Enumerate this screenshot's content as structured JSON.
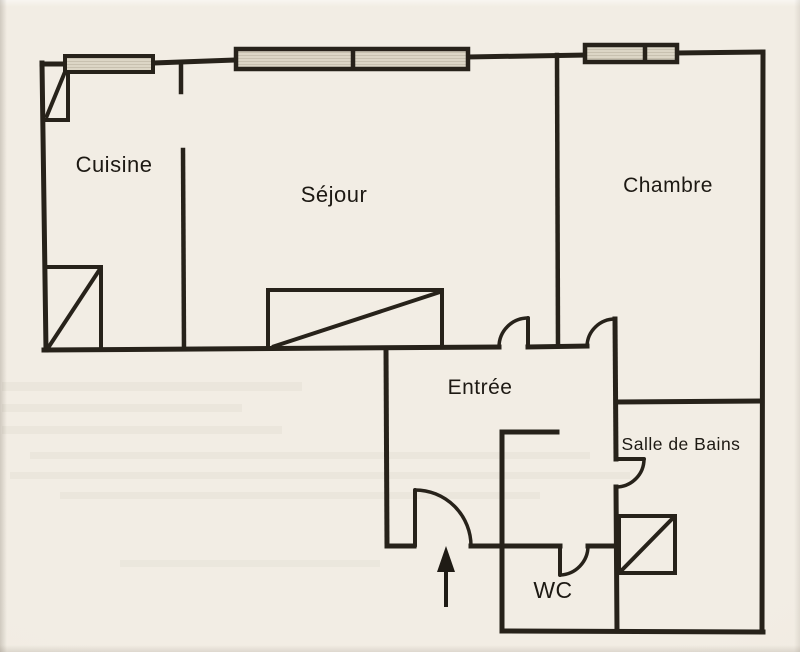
{
  "document": {
    "kind_label": "apartment-floor-plan-scan"
  },
  "plan": {
    "rooms": [
      {
        "id": "cuisine",
        "label": "Cuisine"
      },
      {
        "id": "sejour",
        "label": "Séjour"
      },
      {
        "id": "chambre",
        "label": "Chambre"
      },
      {
        "id": "entree",
        "label": "Entrée"
      },
      {
        "id": "salle_de_bains",
        "label": "Salle de Bains"
      },
      {
        "id": "wc",
        "label": "WC"
      }
    ],
    "features": {
      "windows": [
        "cuisine-window",
        "sejour-window-double",
        "chambre-window-double"
      ],
      "doors": [
        "sejour-door",
        "chambre-door",
        "salle-de-bains-door",
        "entrance-door",
        "wc-door"
      ],
      "fixtures": [
        "cuisine-corner-unit",
        "cuisine-lower-unit",
        "sejour-unit",
        "salle-de-bains-unit"
      ],
      "entrance_arrow_direction": "up"
    },
    "colors": {
      "paper": "#f0ebe2",
      "ink": "#27221a",
      "window_fill": "#dcd6c6",
      "window_hatch": "#c6bfae"
    }
  }
}
